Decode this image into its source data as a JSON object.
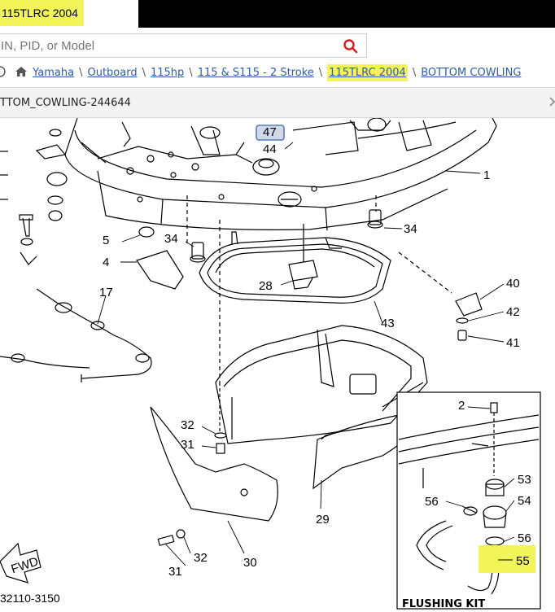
{
  "header": {
    "model_chip": "115TLRC 2004",
    "search_placeholder": "IN, PID, or Model"
  },
  "breadcrumb": {
    "items": [
      "Yamaha",
      "Outboard",
      "115hp",
      "115 & S115 - 2 Stroke",
      "115TLRC 2004",
      "BOTTOM COWLING"
    ]
  },
  "tab": {
    "label": "TTOM_COWLING-244644"
  },
  "diagram": {
    "callouts": [
      "1",
      "2",
      "4",
      "5",
      "17",
      "28",
      "29",
      "30",
      "31",
      "31",
      "32",
      "32",
      "34",
      "34",
      "40",
      "41",
      "42",
      "43",
      "44",
      "47",
      "53",
      "54",
      "55",
      "56",
      "56"
    ],
    "fwd_label": "FWD",
    "inset_title": "FLUSHING KIT",
    "part_code": "32110-3150"
  },
  "colors": {
    "highlight": "#f2f55a",
    "link": "#2a5dab",
    "selected_callout": "#5a7fb8"
  }
}
